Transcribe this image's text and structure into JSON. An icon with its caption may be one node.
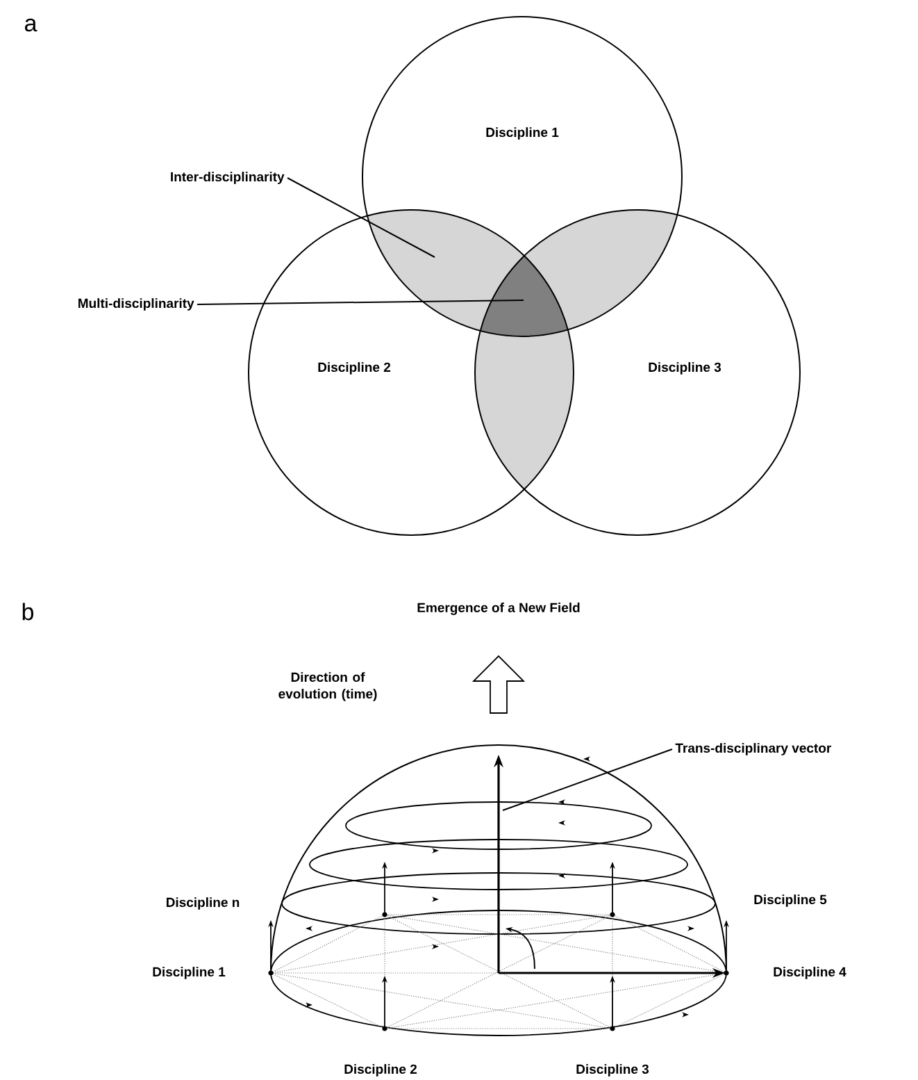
{
  "diagram": {
    "nodes": [
      {
        "text": [
          "Discipline 1"
        ]
      },
      {
        "text": [
          "Discipline 2"
        ]
      },
      {
        "text": [
          "Discipline 3"
        ]
      },
      {
        "text": [
          "Inter-disciplinarity"
        ]
      },
      {
        "text": [
          "Multi-disciplinarity"
        ]
      },
      {
        "text": [
          "Trans-disciplinary vector"
        ]
      },
      {
        "text": [],
        "shape": "lens"
      },
      {
        "text": [],
        "shape": "lens"
      }
    ],
    "edges": [
      {
        "from": 3,
        "to": 6,
        "arrow": "none"
      },
      {
        "from": 4,
        "to": 7,
        "arrow": "none"
      },
      {
        "from": 5,
        "to": null,
        "arrow": "none"
      }
    ],
    "labels": [
      "a",
      "b",
      "Emergence of a New Field",
      "Direction of evolution (time)",
      "Discipline n",
      "Discipline 5",
      "Discipline 1",
      "Discipline 4",
      "Discipline 2",
      "Discipline 3"
    ]
  }
}
